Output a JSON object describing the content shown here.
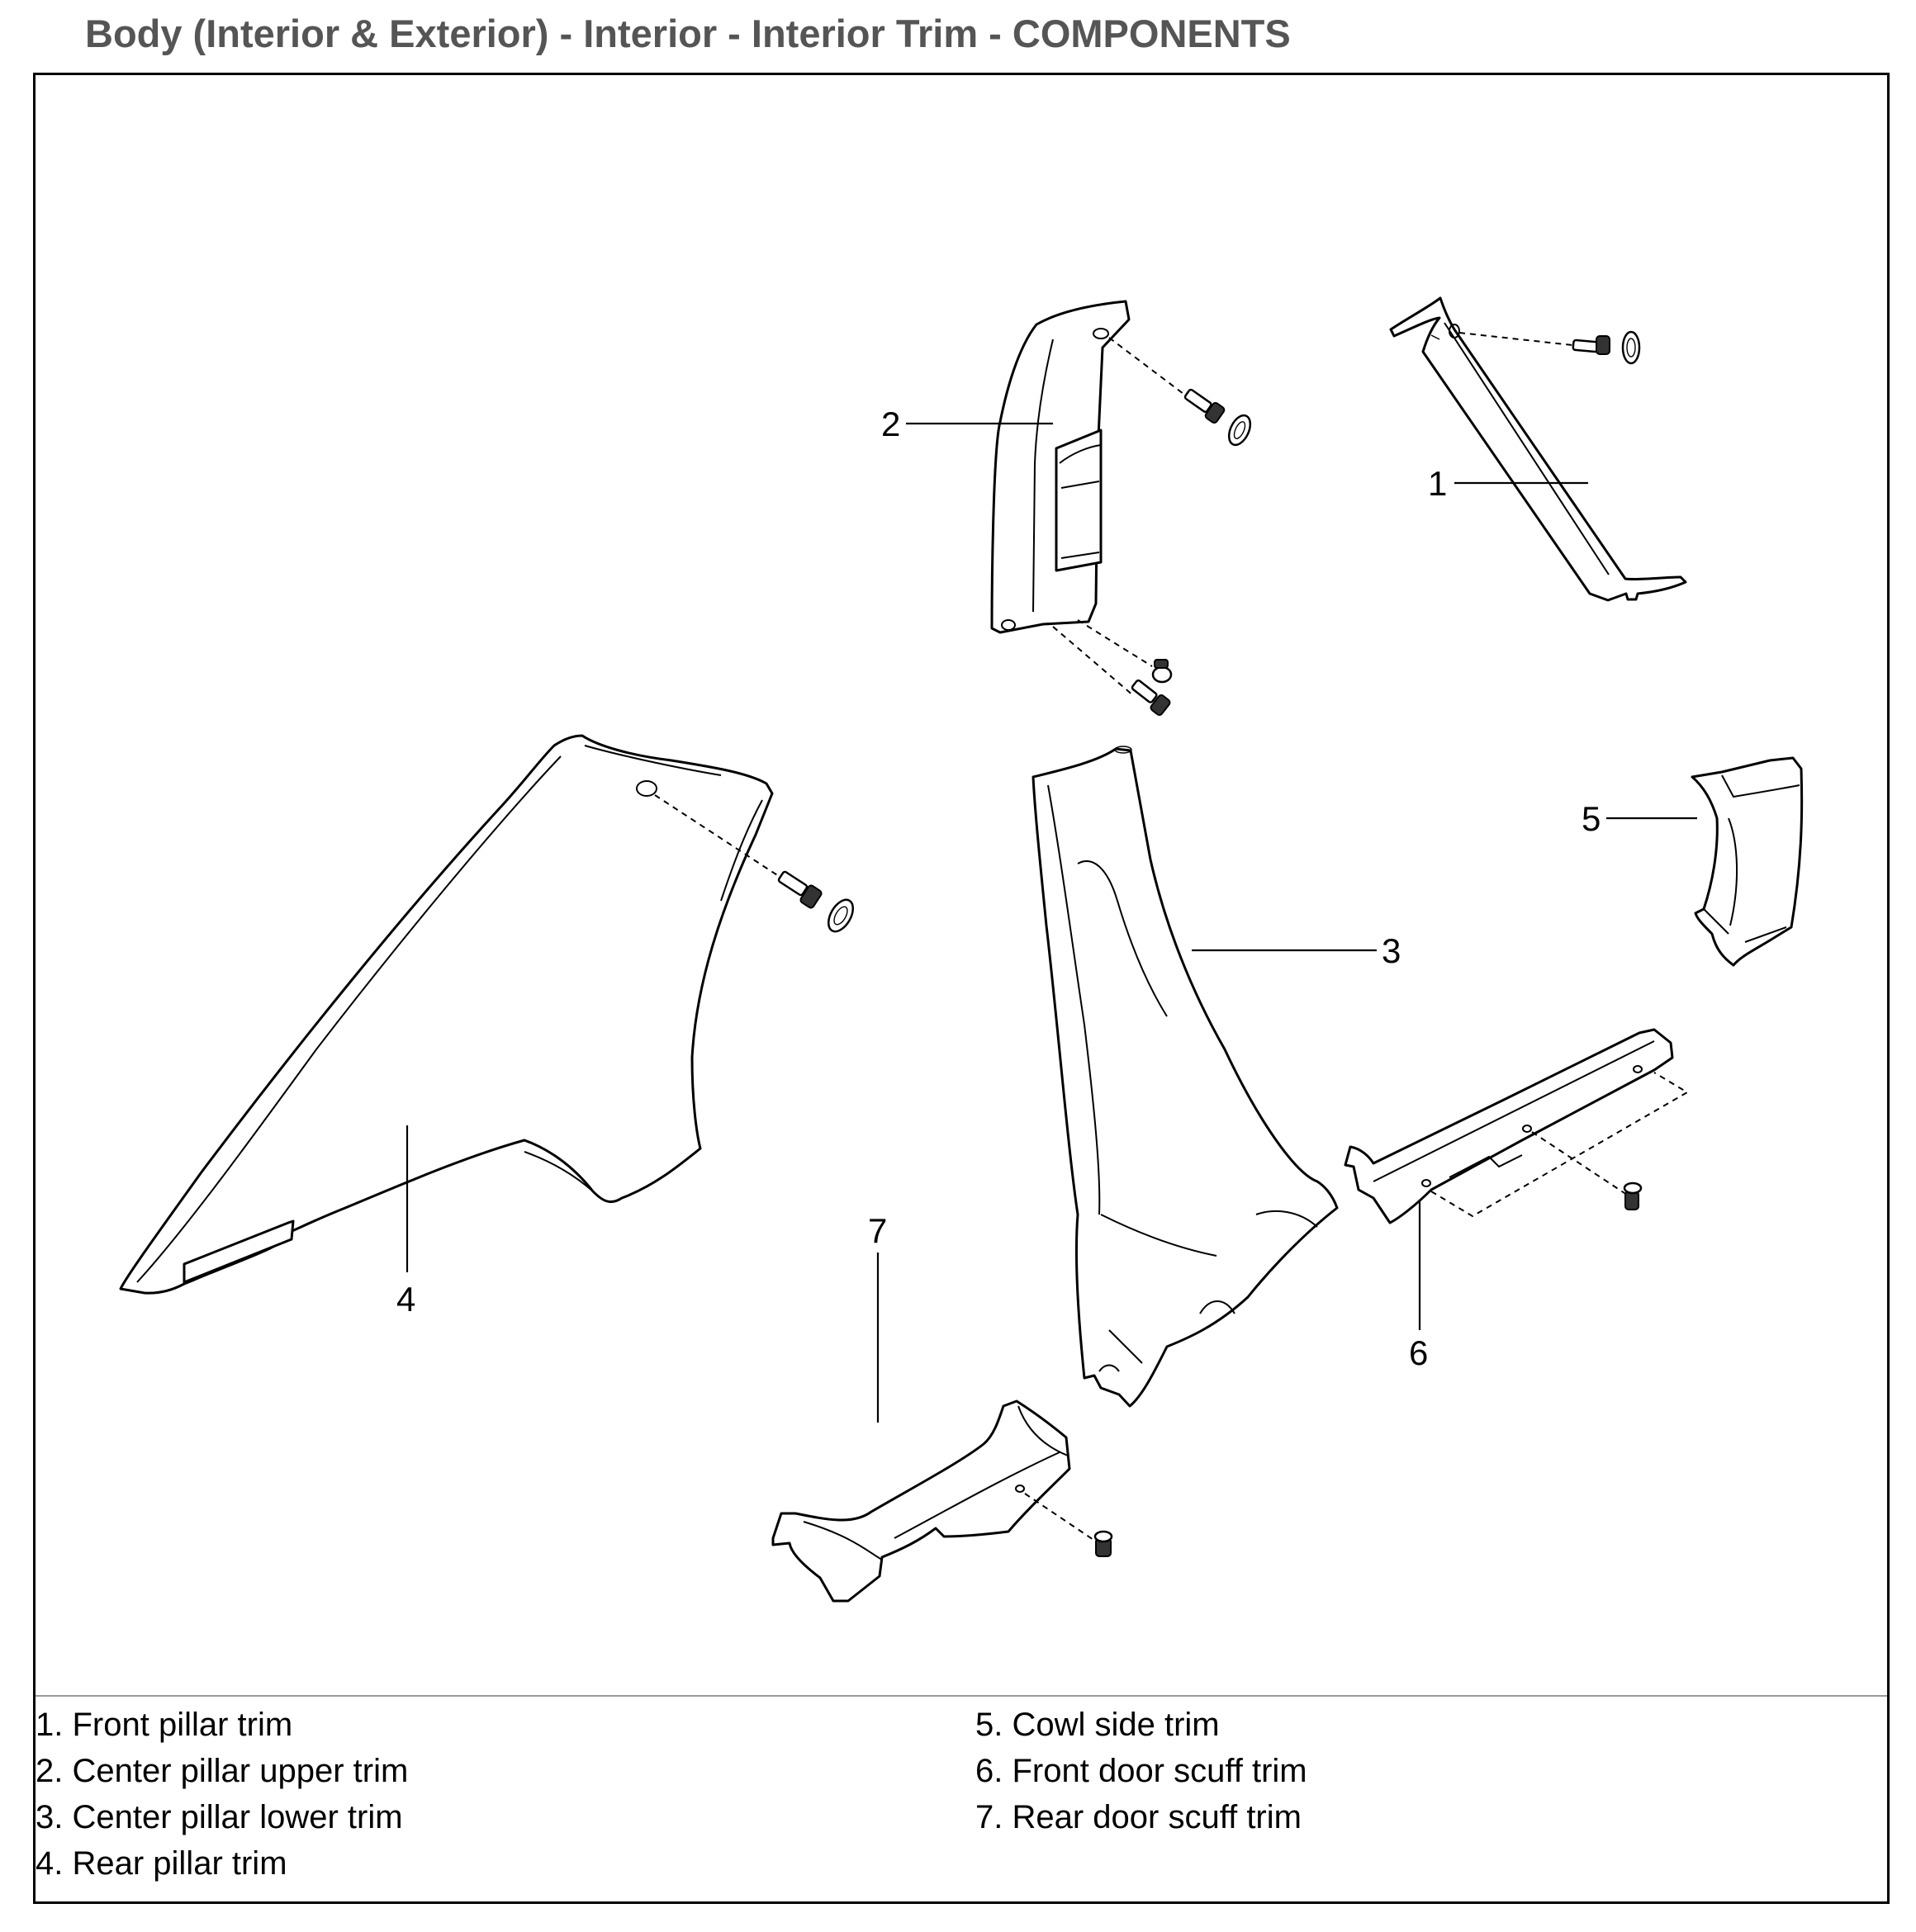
{
  "page": {
    "title": "Body (Interior & Exterior) - Interior - Interior Trim - COMPONENTS"
  },
  "diagram": {
    "callouts": {
      "c1": "1",
      "c2": "2",
      "c3": "3",
      "c4": "4",
      "c5": "5",
      "c6": "6",
      "c7": "7"
    }
  },
  "legend": {
    "left": [
      "1. Front pillar trim",
      "2.  Center pillar upper trim",
      "3.  Center pillar lower trim",
      "4.  Rear pillar trim"
    ],
    "right": [
      "5.  Cowl side trim",
      "6.  Front door scuff trim",
      "7.  Rear door scuff trim"
    ]
  }
}
